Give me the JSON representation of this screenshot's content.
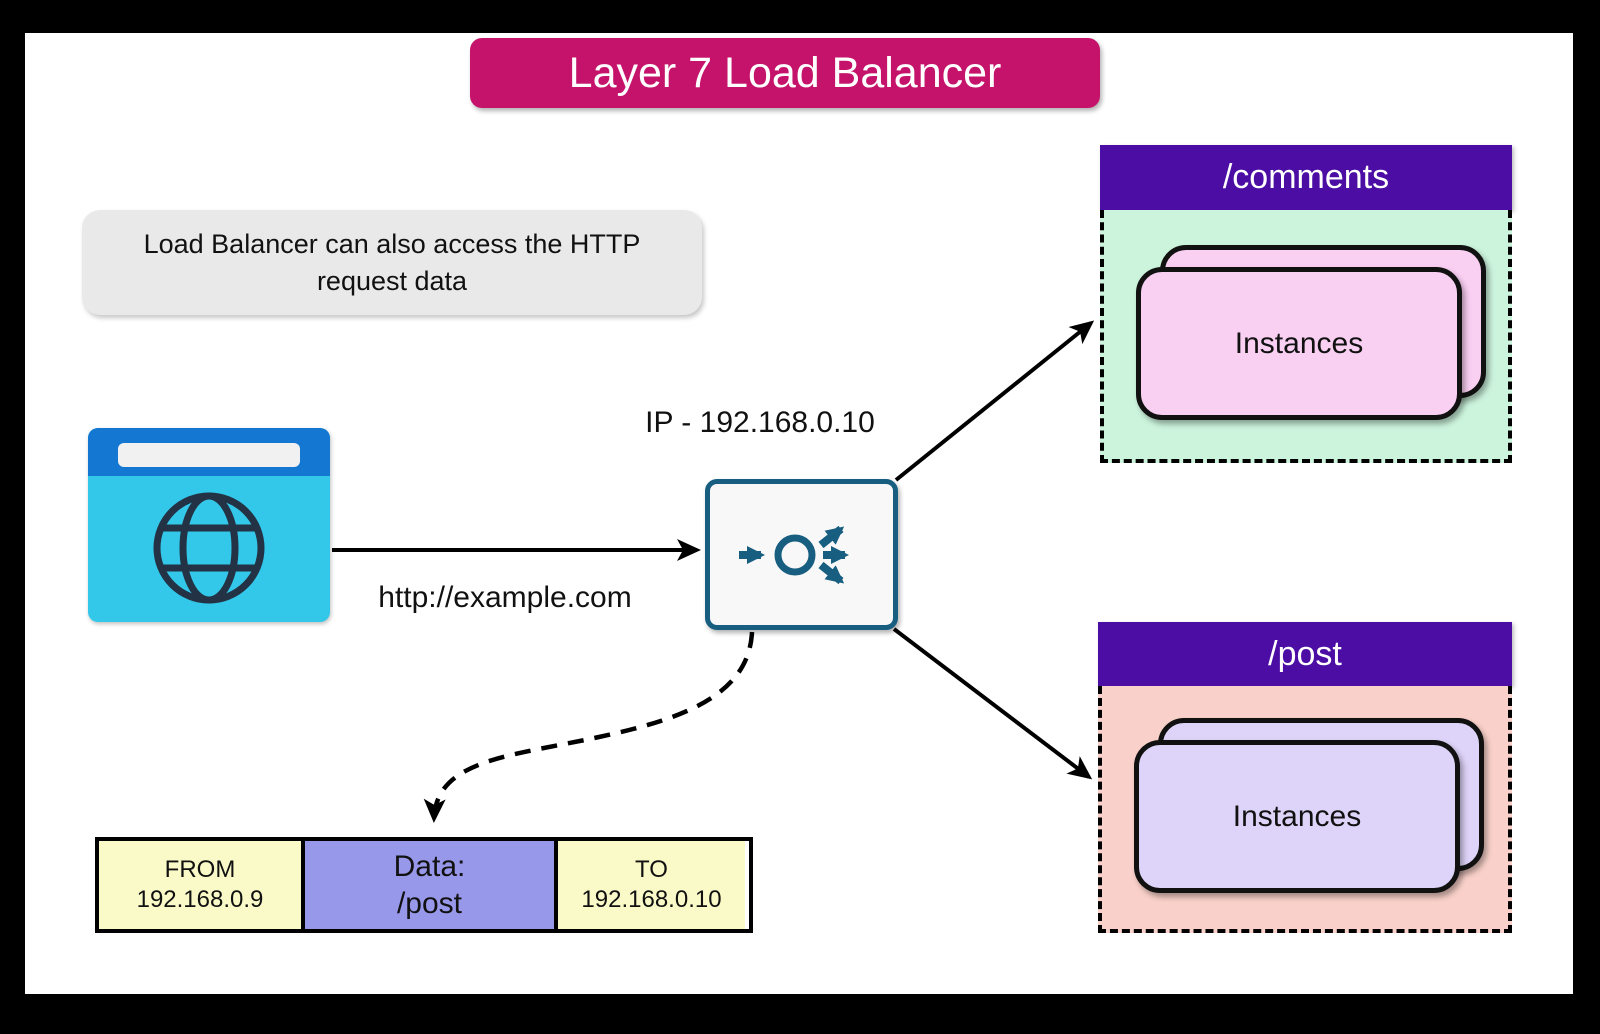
{
  "title": "Layer 7 Load Balancer",
  "note": {
    "text": "Load Balancer can also access the HTTP request data"
  },
  "client": {
    "url_label": "http://example.com"
  },
  "load_balancer": {
    "ip_label": "IP - 192.168.0.10"
  },
  "groups": [
    {
      "route": "/comments",
      "instances_label": "Instances",
      "header_color": "#4B0DA3",
      "body_color": "#CCF4DD",
      "card_color": "#F9CFF2"
    },
    {
      "route": "/post",
      "instances_label": "Instances",
      "header_color": "#4B0DA3",
      "body_color": "#FAD1CA",
      "card_color": "#DED3F8"
    }
  ],
  "packet": {
    "from_label": "FROM",
    "from_value": "192.168.0.9",
    "data_label": "Data:",
    "data_value": "/post",
    "to_label": "TO",
    "to_value": "192.168.0.10"
  },
  "colors": {
    "title_bg": "#C5136B",
    "route_header_bg": "#4B0DA3",
    "lb_accent": "#175E80",
    "packet_addr_bg": "#FAFAC8",
    "packet_data_bg": "#9898EB",
    "browser_toolbar": "#1478D2",
    "browser_body": "#33C7EA",
    "note_bg": "#E9E9E9",
    "arrow": "#000000"
  }
}
